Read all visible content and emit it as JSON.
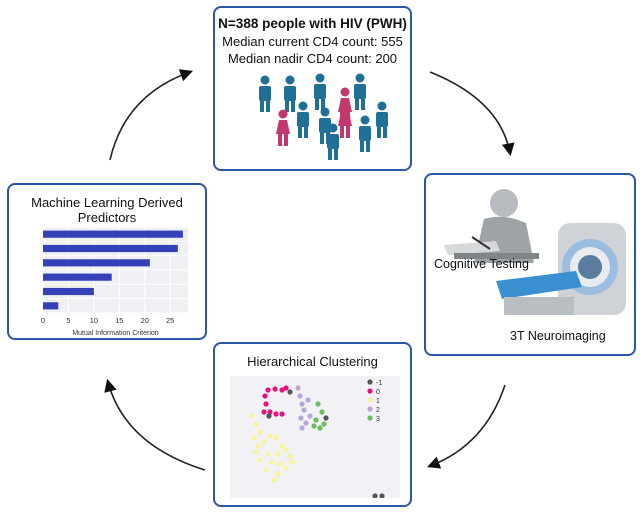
{
  "study": {
    "line1": "N=388 people with HIV (PWH)",
    "line2": "Median current CD4 count: 555",
    "line3": "Median nadir CD4 count: 200",
    "male_color": "#1f6f96",
    "female_color": "#c2376e"
  },
  "assessments": {
    "cognitive_label": "Cognitive Testing",
    "imaging_label": "3T Neuroimaging"
  },
  "clustering": {
    "title": "Hierarchical Clustering",
    "legend": [
      {
        "label": "-1",
        "color": "#555555"
      },
      {
        "label": "0",
        "color": "#e8127c"
      },
      {
        "label": "1",
        "color": "#f7f49a"
      },
      {
        "label": "2",
        "color": "#b9a6d6"
      },
      {
        "label": "3",
        "color": "#6cbf5a"
      }
    ]
  },
  "ml": {
    "title_line1": "Machine Learning Derived",
    "title_line2": "Predictors",
    "bar_color": "#3441b8"
  },
  "chart_data": {
    "type": "bar",
    "orientation": "horizontal",
    "values": [
      27.5,
      26.5,
      21,
      13.5,
      10,
      3
    ],
    "xlabel": "Mutual Information Criterion",
    "xticks": [
      "0",
      "5",
      "10",
      "15",
      "20",
      "25"
    ],
    "xlim": [
      0,
      28.5
    ],
    "grid": true
  }
}
